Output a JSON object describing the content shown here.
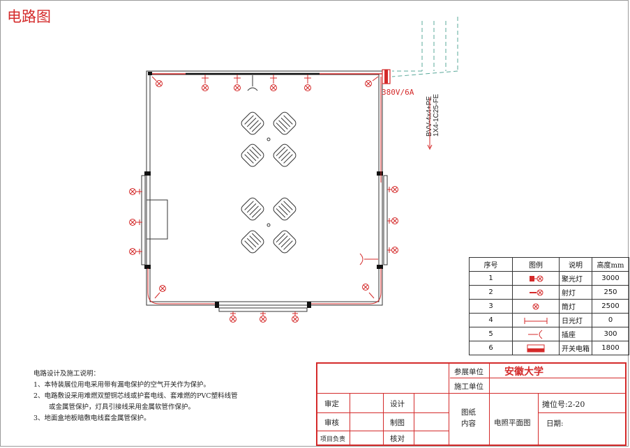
{
  "page": {
    "title": "电路图"
  },
  "plan": {
    "power_label": "380V/6A",
    "cable_line1": "BVV-4x4+PE",
    "cable_line2": "1X4-1C25-FE"
  },
  "legend": {
    "headers": [
      "序号",
      "图例",
      "说明",
      "高度mm"
    ],
    "rows": [
      {
        "no": "1",
        "icon": "spotlight-icon",
        "desc": "聚光灯",
        "height": "3000"
      },
      {
        "no": "2",
        "icon": "projector-lamp-icon",
        "desc": "射灯",
        "height": "250"
      },
      {
        "no": "3",
        "icon": "downlight-icon",
        "desc": "筒灯",
        "height": "2500"
      },
      {
        "no": "4",
        "icon": "fluorescent-lamp-icon",
        "desc": "日光灯",
        "height": "0"
      },
      {
        "no": "5",
        "icon": "socket-icon",
        "desc": "插座",
        "height": "300"
      },
      {
        "no": "6",
        "icon": "switch-box-icon",
        "desc": "开关电箱",
        "height": "1800"
      }
    ]
  },
  "notes": {
    "heading": "电路设计及施工说明：",
    "items": [
      "1、本特装展位用电采用带有漏电保护的空气开关作为保护。",
      "2、电路敷设采用难燃双塑铜芯线或护套电线、套难燃的PVC塑料线管",
      "或金属管保护，灯具引接线采用金属软管作保护。",
      "3、地面盒地板暗敷电线套金属管保护。"
    ]
  },
  "title_block": {
    "exhibitor_label": "参展单位",
    "exhibitor_value": "安徽大学",
    "contractor_label": "施工单位",
    "review_label": "审定",
    "design_label": "设计",
    "check_label": "审核",
    "draw_label": "制图",
    "manager_label": "项目负责",
    "verify_label": "核对",
    "drawing_label_1": "图纸",
    "drawing_label_2": "内容",
    "drawing_content": "电照平面图",
    "booth_no": "摊位号:2-20",
    "date_label": "日期:"
  },
  "colors": {
    "accent": "#d42a2a",
    "cable": "#5aa89a"
  }
}
